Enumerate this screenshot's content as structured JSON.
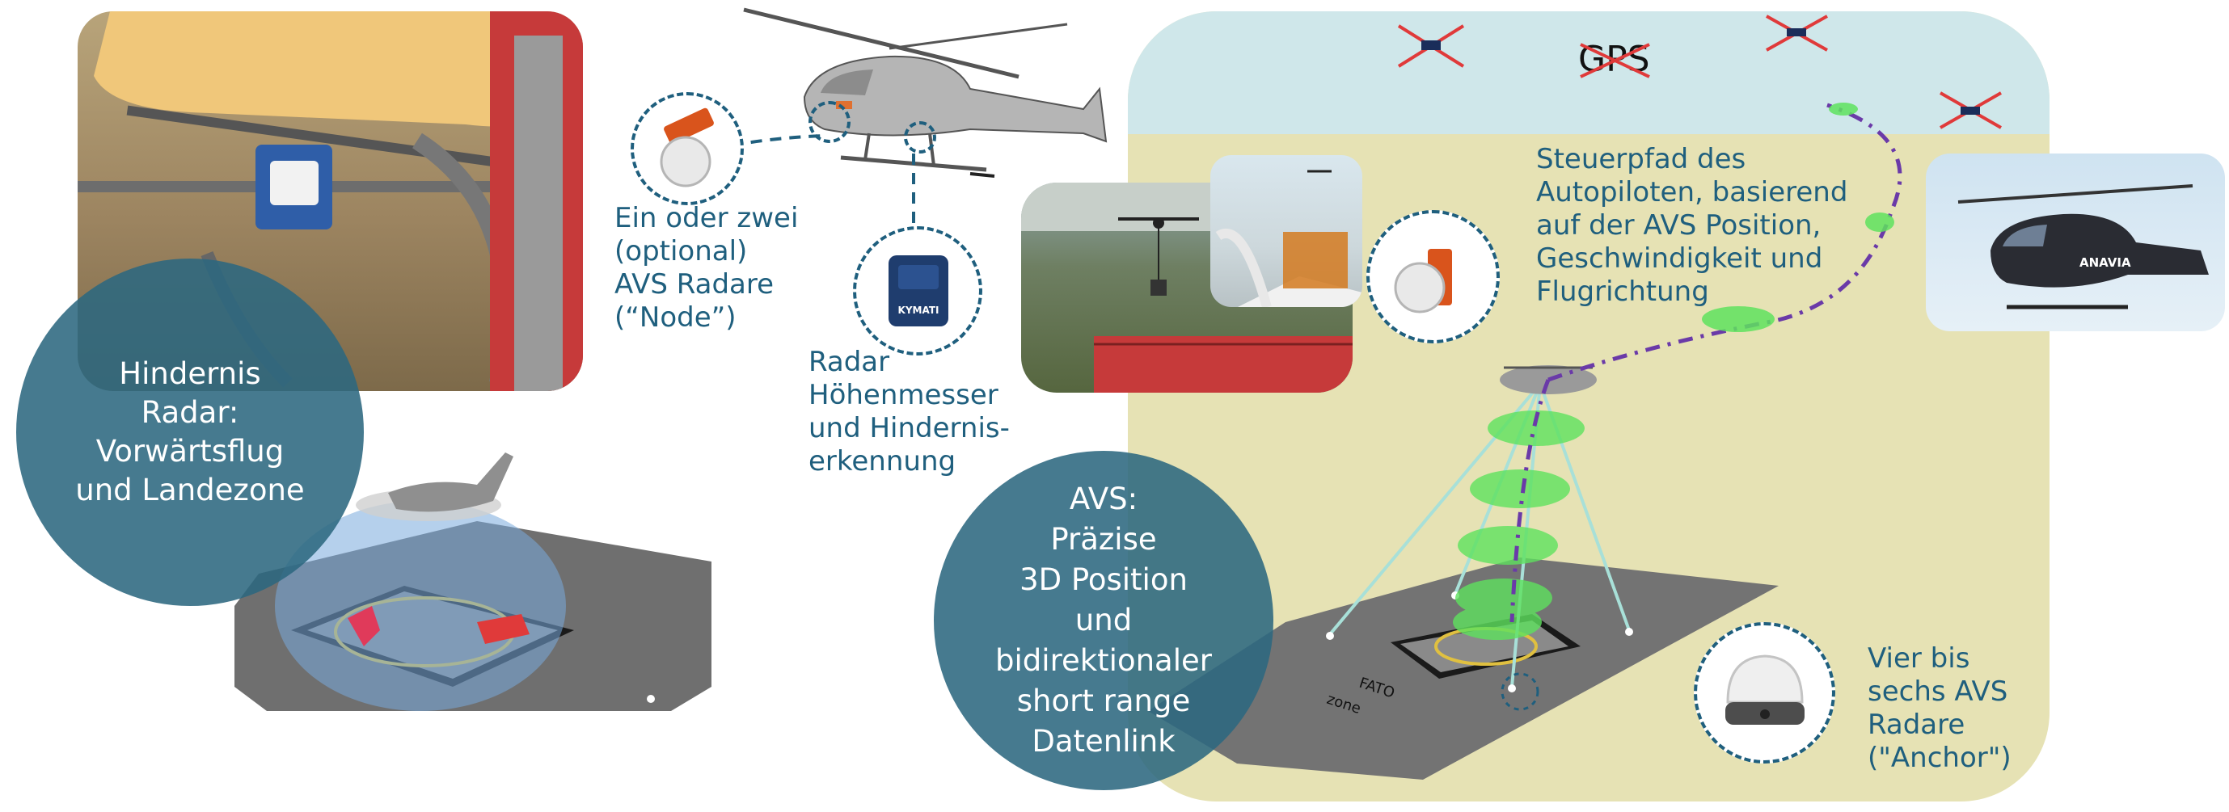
{
  "left_panel": {
    "bubble_text": "Hindernis\nRadar:\nVorwärtsflug\nund Landezone"
  },
  "center_panel": {
    "node_label": "Ein oder zwei\n(optional)\nAVS Radare\n(“Node”)",
    "altimeter_label": "Radar\nHöhenmesser\nund Hindernis-\nerkennung",
    "device_brand": "KYMATI"
  },
  "right_panel": {
    "gps_label": "GPS",
    "autopilot_label": "Steuerpfad des\nAutopiloten, basierend\nauf  der AVS Position,\nGeschwindigkeit und\nFlugrichtung",
    "avs_bubble_text": "AVS:\nPräzise\n3D Position\nund\nbidirektionaler\nshort range\nDatenlink",
    "anchor_label": "Vier bis\nsechs AVS\nRadare\n(\"Anchor\")",
    "fato_label": "FATO\nzone",
    "helicopter_brand": "ANAVIA"
  },
  "colors": {
    "text_blue": "#1f5f7e",
    "bubble": "#2c6880",
    "sky": "#cfe7ea",
    "field": "#e6e2b4",
    "flight_path": "#6a3aa8",
    "drone_green": "#5ee25e",
    "cross_red": "#e03a3a"
  }
}
